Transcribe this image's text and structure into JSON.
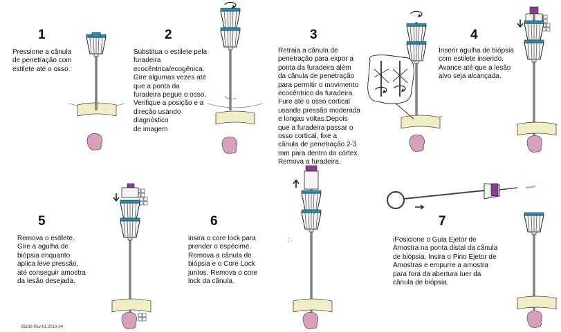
{
  "steps": [
    {
      "number": "1",
      "text": "Pressione a cânula\nde penetração com\nestilete até o osso."
    },
    {
      "number": "2",
      "text": "Substitua o estilete pela\nfuradeira\necocêntrica/ecogênica.\nGire algumas vezes até\nque a ponta da\nfuradeira pegue o osso.\nVerifique a posição e a\ndireção usando\ndiagnóstico\nde imagem"
    },
    {
      "number": "3",
      "text": "Retraia a cânula de\npenetração para expor a\nponta da furadeira além\nda cânula de penetração\npara permitir o movimento\necocêntrico da furadeira.\nFure até o osso cortical\nusando pressão moderada\ne longas voltas.Depois\nque a furadeira passar o\nosso cortical,  fixe a\ncânula de penetração 2-3\nmm para dentro do córtex.\nRemova a furadeira."
    },
    {
      "number": "4",
      "text": "Inserir agulha de biópsia\ncom estilete inserido.\nAvance até que a  lesão\nalvo seja alcançada."
    },
    {
      "number": "5",
      "text": "Remova o estilete.\nGire a agulha de\nbiópsia enquanto\naplica leve pressão,\naté conseguir amostra\nda lesão desejada."
    },
    {
      "number": "6",
      "text": "insira o core lock para\nprender o espécime.\nRemova a cânula de\nbiópsia e o Core Lock\njuntos. Remova o core\nlock da cânula."
    },
    {
      "number": "7",
      "text": "iPosicione o Guia Ejetor de\nAmostra na ponta distal da cânula\nde biópsia.  Insira o Pino Ejetor de\nAmostras e empurre a amostra\npara fora da abertura luer da\ncânula de biópsia."
    }
  ],
  "footer": "29239 Rev 01 2013-04",
  "stray_mark": ":",
  "colors": {
    "cap": "#1f8fb5",
    "purple": "#8a3d8c",
    "lesion": "#d9a0bd",
    "bone": "#f2edc4"
  }
}
